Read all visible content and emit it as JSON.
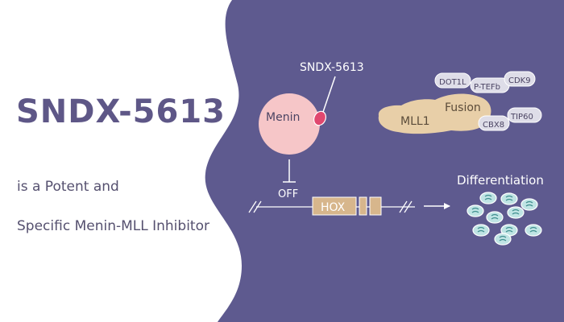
{
  "title": "SNDX-5613",
  "subtitle_line1": "is a Potent and",
  "subtitle_line2": "Specific Menin-MLL Inhibitor",
  "diagram": {
    "drug_label": "SNDX-5613",
    "menin_label": "Menin",
    "off_label": "OFF",
    "hox_label": "HOX",
    "differentiation_label": "Differentiation",
    "complex": {
      "mll1": "MLL1",
      "fusion": "Fusion",
      "dot1l": "DOT1L",
      "ptefb": "P-TEFb",
      "cdk9": "CDK9",
      "cbx8": "CBX8",
      "tip60": "TIP60"
    }
  },
  "colors": {
    "background_purple": "#5e5a8f",
    "headline": "#5e5787",
    "menin": "#f6c6c8",
    "drug_marker": "#e0486f",
    "mll_fusion": "#e8cfa8",
    "protein_badge": "#dedde8",
    "hox_box": "#d7b68c",
    "cell": "#bfe4e4"
  },
  "icons": {
    "differentiated_cells": "cell-icon"
  }
}
